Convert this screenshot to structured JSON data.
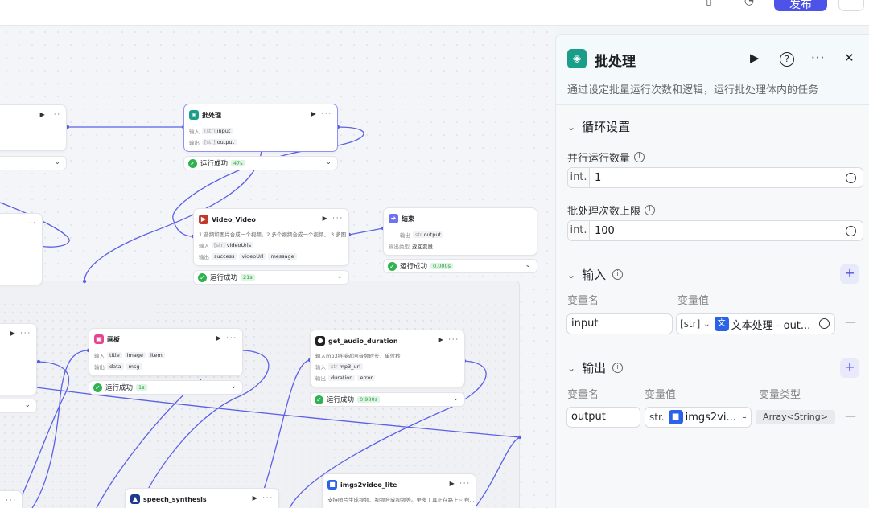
{
  "topbar": {
    "publish_label": "发布",
    "icons": [
      "phone-icon",
      "clock-icon",
      "share-icon"
    ]
  },
  "canvas": {
    "nodes": {
      "batch": {
        "title": "批处理",
        "in_label": "输入",
        "in_tag_type": "[str]",
        "in_tag": "input",
        "out_label": "输出",
        "out_tag_type": "[str]",
        "out_tag": "output",
        "status": "运行成功",
        "duration": "47s"
      },
      "video": {
        "title": "Video_Video",
        "desc": "1.音频和图片合成一个视频。2.多个视频合成一个视频， 3.多图...",
        "in_label": "输入",
        "in_tag_type": "[str]",
        "in_tag": "videoUrls",
        "out_label": "输出",
        "out_tags": [
          "success",
          "videoUrl",
          "message"
        ],
        "status": "运行成功",
        "duration": "21s"
      },
      "end": {
        "title": "结束",
        "out_label": "输出",
        "out_tag_type": "str",
        "out_tag": "output",
        "return_label": "输出类型",
        "return_value": "返回变量",
        "status": "运行成功",
        "duration": "0.000s"
      },
      "canvas_node": {
        "title": "画板",
        "in_label": "输入",
        "in_tags": [
          "title",
          "image",
          "item"
        ],
        "out_label": "输出",
        "out_tags": [
          "data",
          "msg"
        ],
        "status": "运行成功",
        "duration": "1s"
      },
      "audio": {
        "title": "get_audio_duration",
        "desc": "输入mp3链接返回音频时长，单位秒",
        "in_label": "输入",
        "in_tag_type": "str",
        "in_tag": "mp3_url",
        "out_label": "输出",
        "out_tags": [
          "duration",
          "error"
        ],
        "status": "运行成功",
        "duration": "0.980s"
      },
      "speech": {
        "title": "speech_synthesis"
      },
      "imgs2video": {
        "title": "imgs2video_lite",
        "desc": "支持图片生成视频、视频合成视频等。更多工具正在路上~ 帮..."
      }
    }
  },
  "panel": {
    "title": "批处理",
    "description": "通过设定批量运行次数和逻辑，运行批处理体内的任务",
    "loop_section": "循环设置",
    "parallel_label": "并行运行数量",
    "parallel_prefix": "int.",
    "parallel_value": "1",
    "limit_label": "批处理次数上限",
    "limit_prefix": "int.",
    "limit_value": "100",
    "input_section": "输入",
    "input_col_name": "变量名",
    "input_col_value": "变量值",
    "input_name": "input",
    "input_type": "[str]",
    "input_ref": "文本处理 - out...",
    "output_section": "输出",
    "output_col_name": "变量名",
    "output_col_value": "变量值",
    "output_col_type": "变量类型",
    "output_name": "output",
    "output_prefix": "str.",
    "output_ref": "imgs2vi...",
    "output_ref_suffix": "-",
    "output_type": "Array<String>",
    "colors": {
      "accent": "#4d53e8",
      "success": "#2fb34f",
      "batch_icon": "#1a9e8a"
    }
  }
}
